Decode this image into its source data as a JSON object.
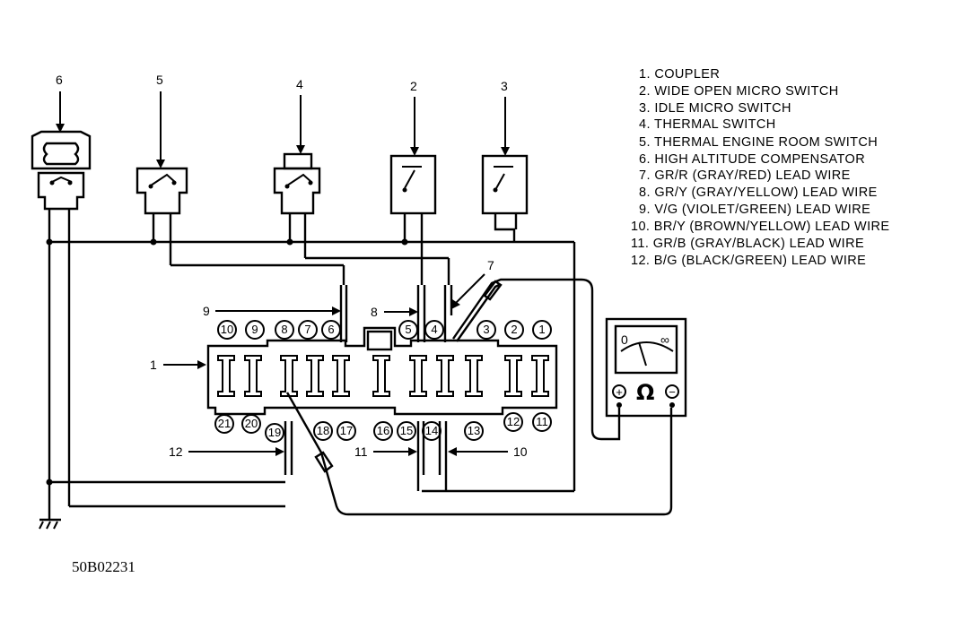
{
  "legend": [
    "1. COUPLER",
    "2. WIDE OPEN MICRO SWITCH",
    "3. IDLE MICRO SWITCH",
    "4. THERMAL SWITCH",
    "5. THERMAL ENGINE ROOM SWITCH",
    "6. HIGH ALTITUDE COMPENSATOR",
    "7. GR/R (GRAY/RED) LEAD WIRE",
    "8. GR/Y (GRAY/YELLOW) LEAD WIRE",
    "9. V/G (VIOLET/GREEN) LEAD WIRE",
    "10. BR/Y (BROWN/YELLOW) LEAD WIRE",
    "11. GR/B (GRAY/BLACK) LEAD WIRE",
    "12. B/G (BLACK/GREEN) LEAD WIRE"
  ],
  "callouts": {
    "c1": "1",
    "c2": "2",
    "c3": "3",
    "c4": "4",
    "c5": "5",
    "c6": "6",
    "c7": "7",
    "c8": "8",
    "c9": "9",
    "c10": "10",
    "c11": "11",
    "c12": "12"
  },
  "pins_top": [
    "10",
    "9",
    "8",
    "7",
    "6",
    "5",
    "4",
    "3",
    "2",
    "1"
  ],
  "pins_bottom": [
    "21",
    "20",
    "19",
    "18",
    "17",
    "16",
    "15",
    "14",
    "13",
    "12",
    "11"
  ],
  "meter": {
    "plus": "+",
    "minus": "−",
    "omega": "Ω",
    "scale_zero": "0",
    "scale_inf": "∞"
  },
  "figure_code": "50B02231"
}
